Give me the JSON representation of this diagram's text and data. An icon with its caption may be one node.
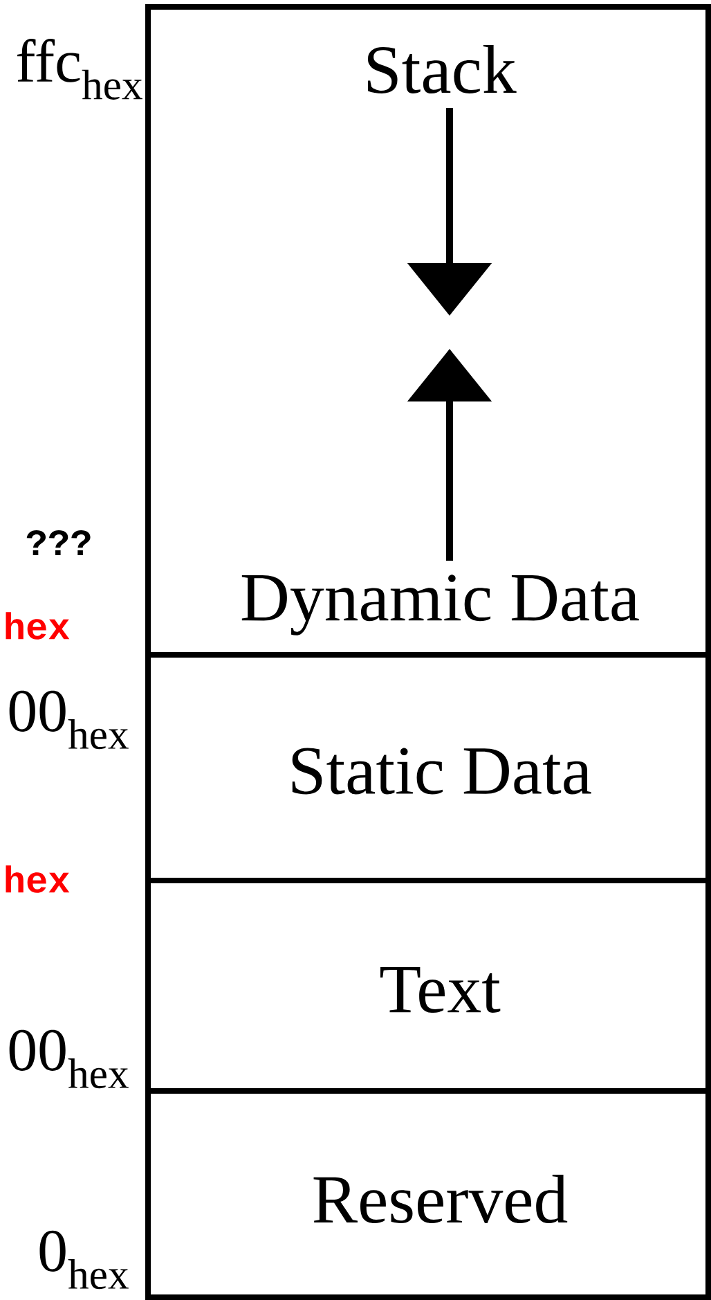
{
  "diagram": {
    "nodes": [
      {
        "text": [
          "Stack",
          "Dynamic Data"
        ]
      },
      {
        "text": [
          "Static Data"
        ]
      },
      {
        "text": [
          "Text"
        ]
      },
      {
        "text": [
          "Reserved"
        ]
      }
    ],
    "labels": [
      "ffc$_{hex}$",
      "???",
      "hex",
      "00$_{hex}$",
      "hex",
      "00$_{hex}$",
      "0$_{hex}$"
    ]
  }
}
